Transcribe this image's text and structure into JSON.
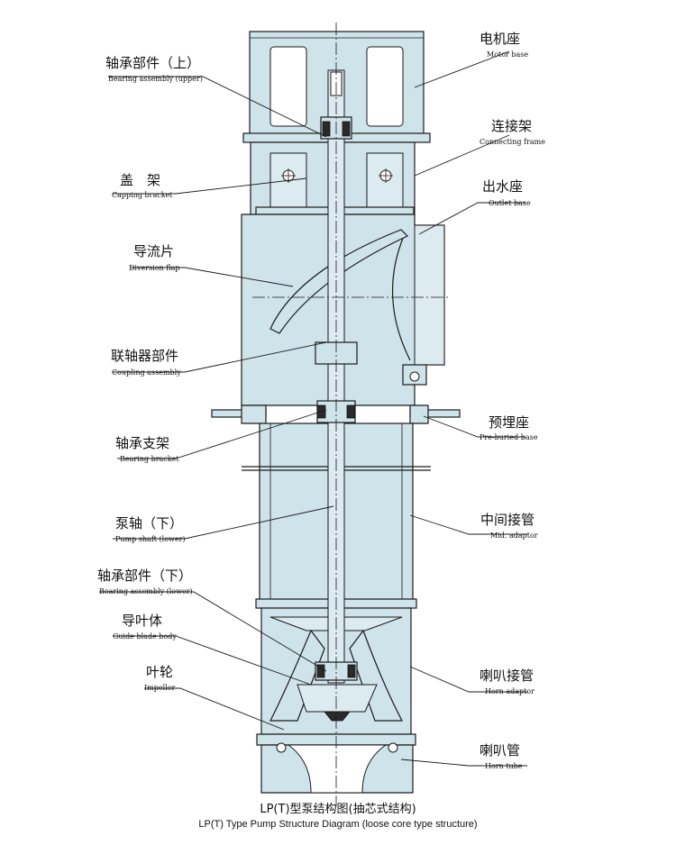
{
  "labels": {
    "motor_base": {
      "zh": "电机座",
      "en": "Motor base"
    },
    "bearing_upper": {
      "zh": "轴承部件（上）",
      "en": "Bearing assembly (upper)"
    },
    "connecting_frame": {
      "zh": "连接架",
      "en": "Connecting frame"
    },
    "capping_bracket": {
      "zh": "盖　架",
      "en": "Capping bracket"
    },
    "outlet_base": {
      "zh": "出水座",
      "en": "Outlet base"
    },
    "diversion_flap": {
      "zh": "导流片",
      "en": "Diversion flap"
    },
    "coupling_assembly": {
      "zh": "联轴器部件",
      "en": "Coupling assembly"
    },
    "pre_buried_base": {
      "zh": "预埋座",
      "en": "Pre-buried base"
    },
    "bearing_bracket": {
      "zh": "轴承支架",
      "en": "Bearing bracket"
    },
    "mid_adaptor": {
      "zh": "中间接管",
      "en": "Mid. adaptor"
    },
    "pump_shaft_lower": {
      "zh": "泵轴（下）",
      "en": "Pump shaft (lower)"
    },
    "bearing_lower": {
      "zh": "轴承部件（下）",
      "en": "Bearing assembly (lower)"
    },
    "guide_blade_body": {
      "zh": "导叶体",
      "en": "Guide blade body"
    },
    "horn_adaptor": {
      "zh": "喇叭接管",
      "en": "Horn adaptor"
    },
    "impeller": {
      "zh": "叶轮",
      "en": "Impeller"
    },
    "horn_tube": {
      "zh": "喇叭管",
      "en": "Horn tube"
    }
  },
  "caption": {
    "zh": "LP(T)型泵结构图(抽芯式结构)",
    "en": "LP(T) Type Pump Structure Diagram (loose core type structure)"
  },
  "colors": {
    "fill": "#cfe3ea",
    "line": "#1a1a1a",
    "background": "#ffffff"
  }
}
